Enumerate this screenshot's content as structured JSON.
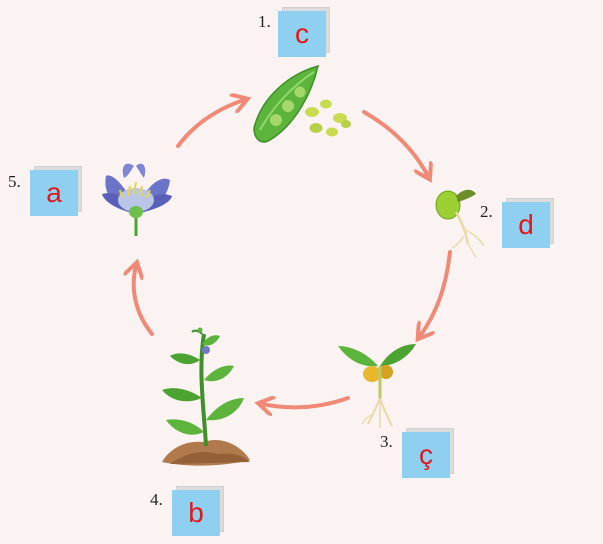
{
  "stages": [
    {
      "id": "stage-1",
      "number": "1.",
      "letter": "c"
    },
    {
      "id": "stage-2",
      "number": "2.",
      "letter": "d"
    },
    {
      "id": "stage-3",
      "number": "3.",
      "letter": "ç"
    },
    {
      "id": "stage-4",
      "number": "4.",
      "letter": "b"
    },
    {
      "id": "stage-5",
      "number": "5.",
      "letter": "a"
    }
  ],
  "colors": {
    "background": "#fbf3f2",
    "arrow": "#f08a76",
    "card_face": "#8fd0f0",
    "card_letter": "#e3171b",
    "leaf_green": "#6cc04a",
    "soil": "#b07a4c",
    "flower": "#6c74c9"
  },
  "icons": [
    "pea-pod-icon",
    "germinating-seed-icon",
    "seedling-icon",
    "grown-plant-icon",
    "flower-icon",
    "cycle-arrow-icon"
  ]
}
